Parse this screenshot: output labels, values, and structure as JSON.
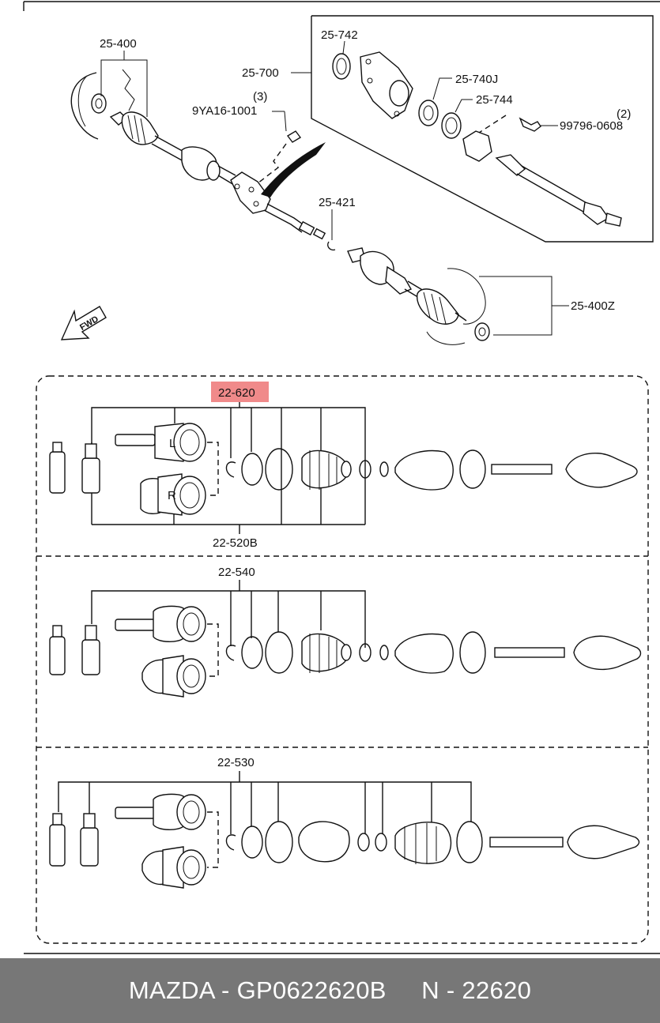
{
  "diagram": {
    "labels": {
      "l_25_400": "25-400",
      "l_25_700": "25-700",
      "l_9ya16": "9YA16-1001",
      "l_9ya16_qty": "(3)",
      "l_25_742": "25-742",
      "l_25_740j": "25-740J",
      "l_25_744": "25-744",
      "l_99796": "99796-0608",
      "l_99796_qty": "(2)",
      "l_25_421": "25-421",
      "l_25_400z": "25-400Z",
      "fwd": "FWD",
      "l_22_620": "22-620",
      "l_22_520b": "22-520B",
      "l_22_540": "22-540",
      "l_22_530": "22-530",
      "joint_l": "L",
      "joint_r": "R"
    },
    "highlight_color": "#f08a8a"
  },
  "footer": {
    "text": "MAZDA - GP0622620B     N - 22620",
    "background": "#777777",
    "text_color": "#ffffff"
  }
}
